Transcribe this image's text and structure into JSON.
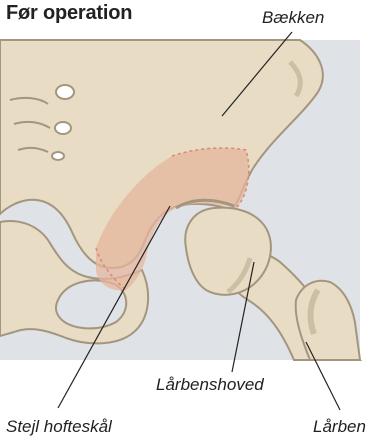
{
  "title": "Før operation",
  "labels": {
    "pelvis": "Bækken",
    "femoral_head": "Lårbenshoved",
    "steep_socket": "Stejl hofteskål",
    "femur": "Lårben"
  },
  "colors": {
    "background_panel": "#dfe3e8",
    "bone": "#e8dcc4",
    "bone_outline": "#a4957f",
    "bone_shadow": "#cdbfa6",
    "socket_highlight": "#e6b59d",
    "socket_dash": "#d98a70",
    "text": "#222222"
  }
}
